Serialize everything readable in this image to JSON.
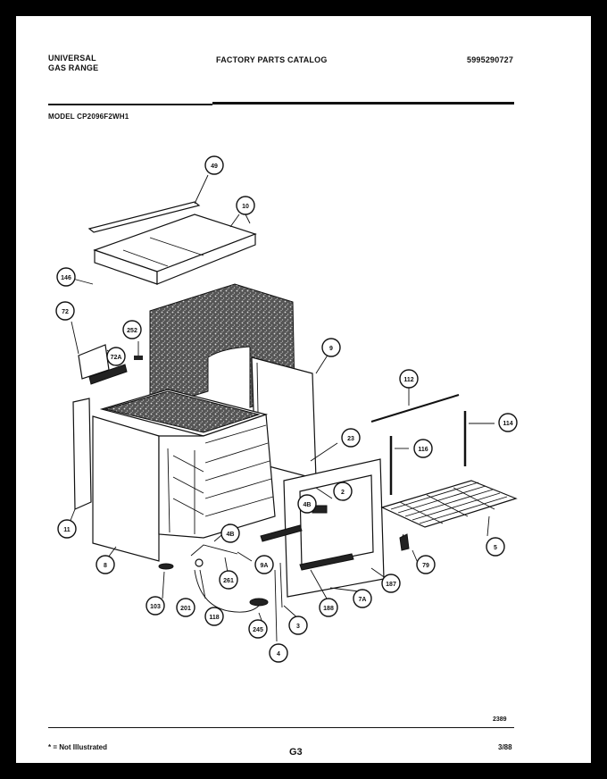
{
  "header": {
    "line1": "UNIVERSAL",
    "line2": "GAS RANGE",
    "center": "FACTORY PARTS CATALOG",
    "right": "5995290727",
    "model": "MODEL CP2096F2WH1"
  },
  "callouts": [
    "49",
    "10",
    "146",
    "72",
    "252",
    "72A",
    "11",
    "8",
    "9",
    "112",
    "114",
    "116",
    "23",
    "2",
    "4B",
    "4B",
    "9A",
    "261",
    "103",
    "201",
    "118",
    "245",
    "3",
    "4",
    "188",
    "7A",
    "187",
    "5",
    "79"
  ],
  "footer": {
    "code": "2389",
    "note": "* = Not Illustrated",
    "page": "G3",
    "date": "3/88"
  },
  "colors": {
    "ink": "#111111",
    "paper": "#ffffff",
    "border": "#000000"
  }
}
